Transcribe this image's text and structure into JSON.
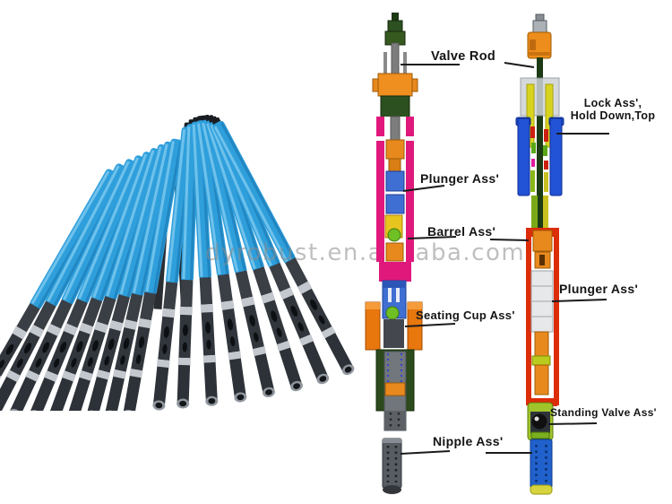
{
  "watermark": {
    "text": "dyrobust.en.alibaba.com"
  },
  "labels": {
    "valve_rod": "Valve Rod",
    "lock_line1": "Lock Ass',",
    "lock_line2": "Hold Down,Top",
    "plunger_left": "Plunger Ass'",
    "barrel": "Barrel Ass'",
    "seating_cup": "Seating Cup Ass'",
    "plunger_right": "Plunger Ass'",
    "standing_valve": "Standing Valve Ass'",
    "nipple": "Nipple Ass'"
  },
  "colors": {
    "pipe_blue": "#2f9fdc",
    "coupling_dark": "#33383e",
    "coupling_light": "#c3c8ce",
    "barrel_pink": "#e0187c",
    "barrel_red": "#dd2c08",
    "accent_orange": "#e8891e",
    "lock_blue": "#2253d6",
    "plunger_blue": "#3f6fd2",
    "nipple_blue": "#2161cc",
    "valve_yellow": "#e8c51e",
    "ball_green": "#6fc024",
    "body_green_dark": "#2d5020",
    "label_color": "#141414",
    "watermark_gray": "#8c8c8c"
  }
}
